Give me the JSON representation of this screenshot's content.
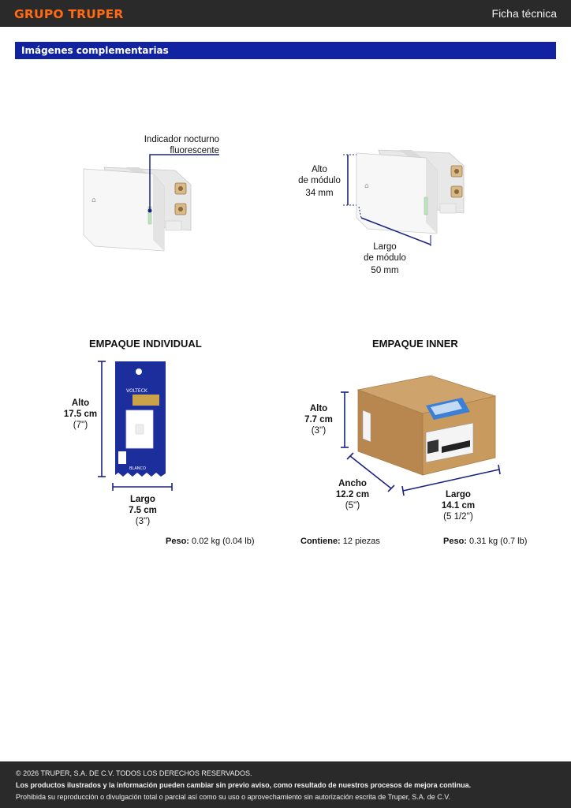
{
  "header": {
    "logo_text": "GRUPO TRUPER",
    "doc_type": "Ficha técnica"
  },
  "section": {
    "title": "Imágenes complementarias"
  },
  "product": {
    "indicator_label_1": "Indicador nocturno",
    "indicator_label_2": "fluorescente",
    "height_l1": "Alto",
    "height_l2": "de módulo",
    "height_value": "34 mm",
    "length_l1": "Largo",
    "length_l2": "de módulo",
    "length_value": "50 mm"
  },
  "individual_pack": {
    "title": "EMPAQUE INDIVIDUAL",
    "height_label": "Alto",
    "height_cm": "17.5 cm",
    "height_in": "(7'')",
    "length_label": "Largo",
    "length_cm": "7.5 cm",
    "length_in": "(3'')",
    "weight_label": "Peso:",
    "weight_value": "0.02 kg (0.04 lb)",
    "pack_brand": "VOLTECK",
    "pack_color_text": "BLANCO"
  },
  "inner_pack": {
    "title": "EMPAQUE INNER",
    "height_label": "Alto",
    "height_cm": "7.7 cm",
    "height_in": "(3'')",
    "width_label": "Ancho",
    "width_cm": "12.2 cm",
    "width_in": "(5'')",
    "length_label": "Largo",
    "length_cm": "14.1 cm",
    "length_in": "(5 1/2'')",
    "contents_label": "Contiene:",
    "contents_value": "12 piezas",
    "weight_label": "Peso:",
    "weight_value": "0.31 kg (0.7 lb)"
  },
  "colors": {
    "accent": "#ff6a13",
    "section_bar": "#1123a0",
    "dimension_line": "#1a237e",
    "dark_bar": "#2a2a2a"
  },
  "footer": {
    "line1": "© 2026 TRUPER, S.A. DE C.V. TODOS LOS DERECHOS RESERVADOS.",
    "line2": "Los productos ilustrados y la información pueden cambiar sin previo aviso, como resultado de nuestros procesos de mejora continua.",
    "line3": "Prohibida su reproducción o divulgación total o parcial así como su uso o aprovechamiento sin autorización escrita de Truper, S.A. de C.V."
  }
}
